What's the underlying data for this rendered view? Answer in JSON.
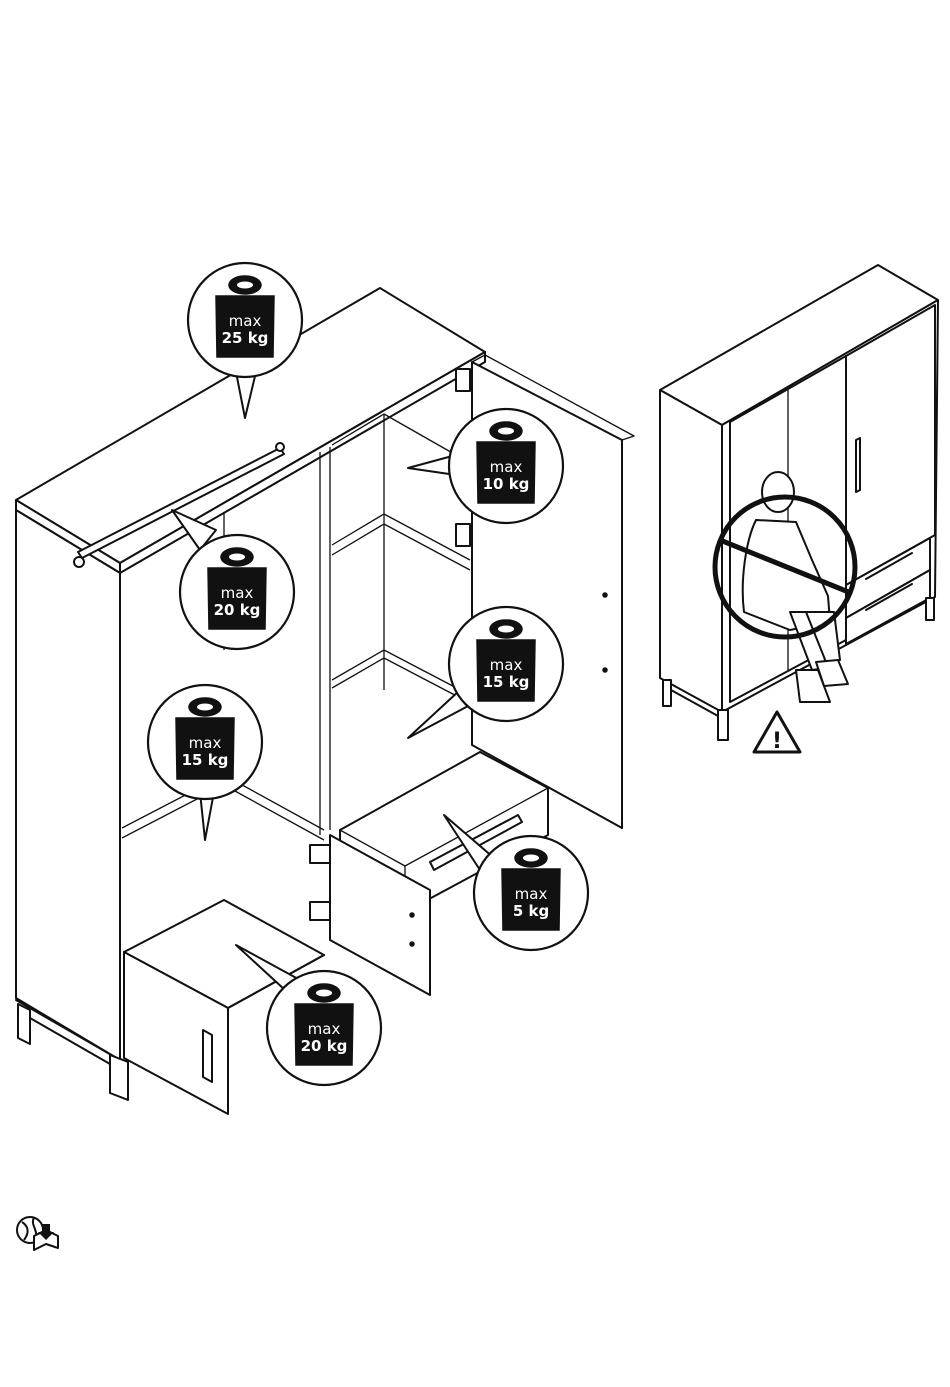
{
  "colors": {
    "line": "#111111",
    "background": "#ffffff",
    "weight_fill": "#111111",
    "weight_text": "#ffffff"
  },
  "weight_labels": {
    "top": {
      "word": "max",
      "load": "25 kg"
    },
    "hanging_rail": {
      "word": "max",
      "load": "20 kg"
    },
    "left_shelf": {
      "word": "max",
      "load": "15 kg"
    },
    "left_drawer": {
      "word": "max",
      "load": "20 kg"
    },
    "upper_shelf": {
      "word": "max",
      "load": "10 kg"
    },
    "middle_shelf": {
      "word": "max",
      "load": "15 kg"
    },
    "right_drawer": {
      "word": "max",
      "load": "5 kg"
    }
  },
  "icons": {
    "warning": "warning-triangle-icon",
    "no_sitting": "prohibition-circle-icon",
    "online_manual": "globe-book-icon"
  },
  "warning_glyph": "!"
}
